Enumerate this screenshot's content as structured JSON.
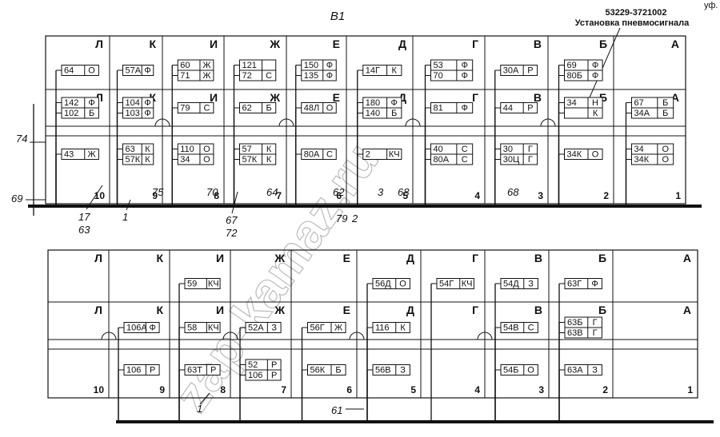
{
  "title": "В1",
  "corner_mark": "уф. ___",
  "annotation": {
    "part_number": "53229-3721002",
    "description": "Установка пневмосигнала"
  },
  "watermark": "zap-kamaz.ru",
  "panel_top": {
    "columns": [
      "Л",
      "К",
      "И",
      "Ж",
      "Е",
      "Д",
      "Г",
      "В",
      "Б",
      "А"
    ],
    "section_numbers": [
      "10",
      "9",
      "8",
      "7",
      "6",
      "5",
      "4",
      "3",
      "2",
      "1"
    ],
    "rows": {
      "top": [
        [
          {
            "id": "64",
            "c": "О"
          }
        ],
        [
          {
            "id": "57А",
            "c": "Ф"
          }
        ],
        [
          {
            "id": "60",
            "c": "Ж"
          },
          {
            "id": "71",
            "c": "Ж"
          }
        ],
        [
          {
            "id": "121",
            "c": ""
          },
          {
            "id": "72",
            "c": "С"
          }
        ],
        [
          {
            "id": "150",
            "c": "Ф"
          },
          {
            "id": "135",
            "c": "Ф"
          }
        ],
        [
          {
            "id": "14Г",
            "c": "К"
          }
        ],
        [
          {
            "id": "53",
            "c": "Ф"
          },
          {
            "id": "70",
            "c": "Ф"
          }
        ],
        [
          {
            "id": "30А",
            "c": "Р"
          }
        ],
        [
          {
            "id": "69",
            "c": "Ф"
          },
          {
            "id": "80Б",
            "c": "Ф"
          }
        ],
        []
      ],
      "middle": [
        [
          {
            "id": "142",
            "c": "Ф"
          },
          {
            "id": "102",
            "c": "Б"
          }
        ],
        [
          {
            "id": "104",
            "c": "Ф"
          },
          {
            "id": "103",
            "c": "Ф"
          }
        ],
        [
          {
            "id": "79",
            "c": "С"
          }
        ],
        [
          {
            "id": "62",
            "c": "Б"
          }
        ],
        [
          {
            "id": "48Л",
            "c": "О"
          }
        ],
        [
          {
            "id": "180",
            "c": "Ф"
          },
          {
            "id": "140",
            "c": "Б"
          }
        ],
        [
          {
            "id": "81",
            "c": "Ф"
          }
        ],
        [
          {
            "id": "44",
            "c": "Р"
          }
        ],
        [
          {
            "id": "34",
            "c": "Н"
          },
          {
            "id": "",
            "c": "К"
          }
        ],
        [
          {
            "id": "67",
            "c": "Б"
          },
          {
            "id": "34А",
            "c": "Б"
          }
        ]
      ],
      "bottom": [
        [
          {
            "id": "43",
            "c": "Ж"
          }
        ],
        [
          {
            "id": "63",
            "c": "К"
          },
          {
            "id": "57К",
            "c": "К"
          }
        ],
        [
          {
            "id": "110",
            "c": "О"
          },
          {
            "id": "34",
            "c": "О"
          }
        ],
        [
          {
            "id": "57",
            "c": "К"
          },
          {
            "id": "57К",
            "c": "К"
          }
        ],
        [
          {
            "id": "80А",
            "c": "С"
          }
        ],
        [
          {
            "id": "2",
            "c": "КЧ"
          }
        ],
        [
          {
            "id": "40",
            "c": "С"
          },
          {
            "id": "80А",
            "c": "С"
          }
        ],
        [
          {
            "id": "30",
            "c": "Г"
          },
          {
            "id": "30Ц",
            "c": "Г"
          }
        ],
        [
          {
            "id": "34К",
            "c": "О"
          }
        ],
        [
          {
            "id": "34",
            "c": "О"
          },
          {
            "id": "34К",
            "c": "О"
          }
        ]
      ]
    },
    "callouts": [
      "74",
      "69",
      "17",
      "63",
      "1",
      "75",
      "70",
      "67",
      "72",
      "64",
      "62",
      "79",
      "2",
      "3",
      "68",
      "68"
    ]
  },
  "panel_bottom": {
    "columns": [
      "Л",
      "К",
      "И",
      "Ж",
      "Е",
      "Д",
      "Г",
      "В",
      "Б",
      "А"
    ],
    "section_numbers": [
      "10",
      "9",
      "8",
      "7",
      "6",
      "5",
      "4",
      "3",
      "2",
      "1"
    ],
    "rows": {
      "top": [
        [],
        [],
        [
          {
            "id": "59",
            "c": "КЧ"
          }
        ],
        [],
        [],
        [
          {
            "id": "56Д",
            "c": "О"
          }
        ],
        [
          {
            "id": "54Г",
            "c": "КЧ"
          }
        ],
        [
          {
            "id": "54Д",
            "c": "З"
          }
        ],
        [
          {
            "id": "63Г",
            "c": "Ф"
          }
        ],
        []
      ],
      "middle": [
        [],
        [
          {
            "id": "106А",
            "c": "Ф"
          }
        ],
        [
          {
            "id": "58",
            "c": "КЧ"
          }
        ],
        [
          {
            "id": "52А",
            "c": "З"
          }
        ],
        [
          {
            "id": "56Г",
            "c": "Ж"
          }
        ],
        [
          {
            "id": "116",
            "c": "К"
          }
        ],
        [],
        [
          {
            "id": "54В",
            "c": "С"
          }
        ],
        [
          {
            "id": "63Б",
            "c": "Г"
          },
          {
            "id": "63В",
            "c": "Г"
          }
        ],
        []
      ],
      "bottom": [
        [],
        [
          {
            "id": "106",
            "c": "Р"
          }
        ],
        [
          {
            "id": "63Т",
            "c": "Р"
          }
        ],
        [
          {
            "id": "52",
            "c": "Р"
          },
          {
            "id": "106",
            "c": "Р"
          }
        ],
        [
          {
            "id": "56К",
            "c": "Б"
          }
        ],
        [
          {
            "id": "56В",
            "c": "З"
          }
        ],
        [],
        [
          {
            "id": "54Б",
            "c": "О"
          }
        ],
        [
          {
            "id": "63А",
            "c": "З"
          }
        ],
        []
      ]
    },
    "callouts": [
      "1",
      "61"
    ]
  }
}
